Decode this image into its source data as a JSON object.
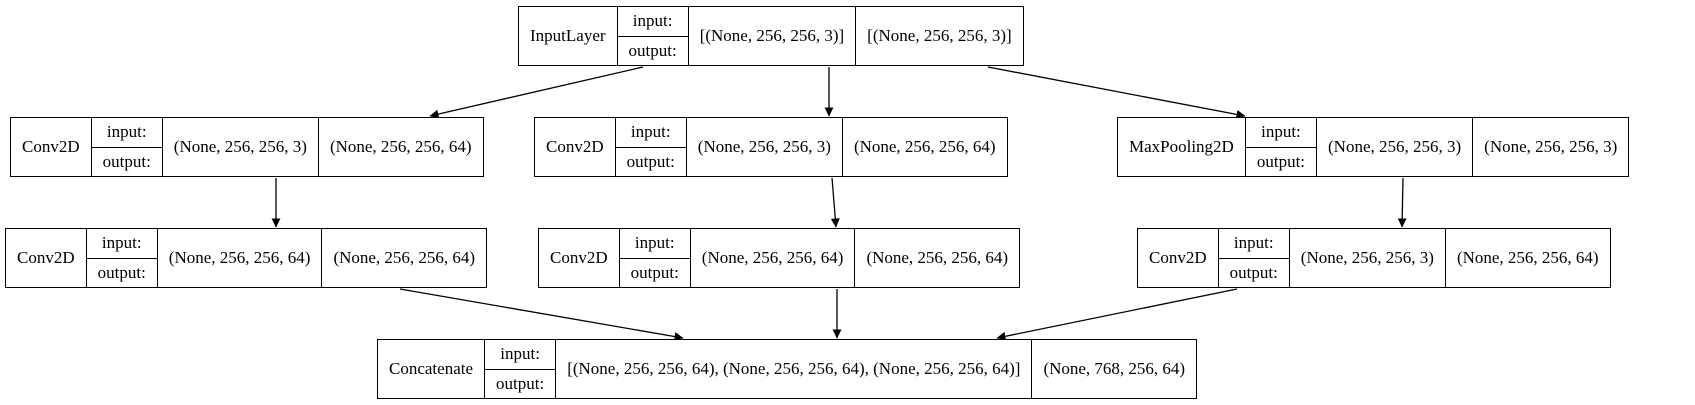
{
  "labels": {
    "input": "input:",
    "output": "output:"
  },
  "nodes": [
    {
      "id": "input_layer",
      "type": "InputLayer",
      "input": "[(None, 256, 256, 3)]",
      "output": "[(None, 256, 256, 3)]"
    },
    {
      "id": "conv_a1",
      "type": "Conv2D",
      "input": "(None, 256, 256, 3)",
      "output": "(None, 256, 256, 64)"
    },
    {
      "id": "conv_b1",
      "type": "Conv2D",
      "input": "(None, 256, 256, 3)",
      "output": "(None, 256, 256, 64)"
    },
    {
      "id": "maxpool",
      "type": "MaxPooling2D",
      "input": "(None, 256, 256, 3)",
      "output": "(None, 256, 256, 3)"
    },
    {
      "id": "conv_a2",
      "type": "Conv2D",
      "input": "(None, 256, 256, 64)",
      "output": "(None, 256, 256, 64)"
    },
    {
      "id": "conv_b2",
      "type": "Conv2D",
      "input": "(None, 256, 256, 64)",
      "output": "(None, 256, 256, 64)"
    },
    {
      "id": "conv_c2",
      "type": "Conv2D",
      "input": "(None, 256, 256, 3)",
      "output": "(None, 256, 256, 64)"
    },
    {
      "id": "concat",
      "type": "Concatenate",
      "input": "[(None, 256, 256, 64), (None, 256, 256, 64), (None, 256, 256, 64)]",
      "output": "(None, 768, 256, 64)"
    }
  ],
  "edges": [
    {
      "from": "input_layer",
      "to": "conv_a1"
    },
    {
      "from": "input_layer",
      "to": "conv_b1"
    },
    {
      "from": "input_layer",
      "to": "maxpool"
    },
    {
      "from": "conv_a1",
      "to": "conv_a2"
    },
    {
      "from": "conv_b1",
      "to": "conv_b2"
    },
    {
      "from": "maxpool",
      "to": "conv_c2"
    },
    {
      "from": "conv_a2",
      "to": "concat"
    },
    {
      "from": "conv_b2",
      "to": "concat"
    },
    {
      "from": "conv_c2",
      "to": "concat"
    }
  ]
}
